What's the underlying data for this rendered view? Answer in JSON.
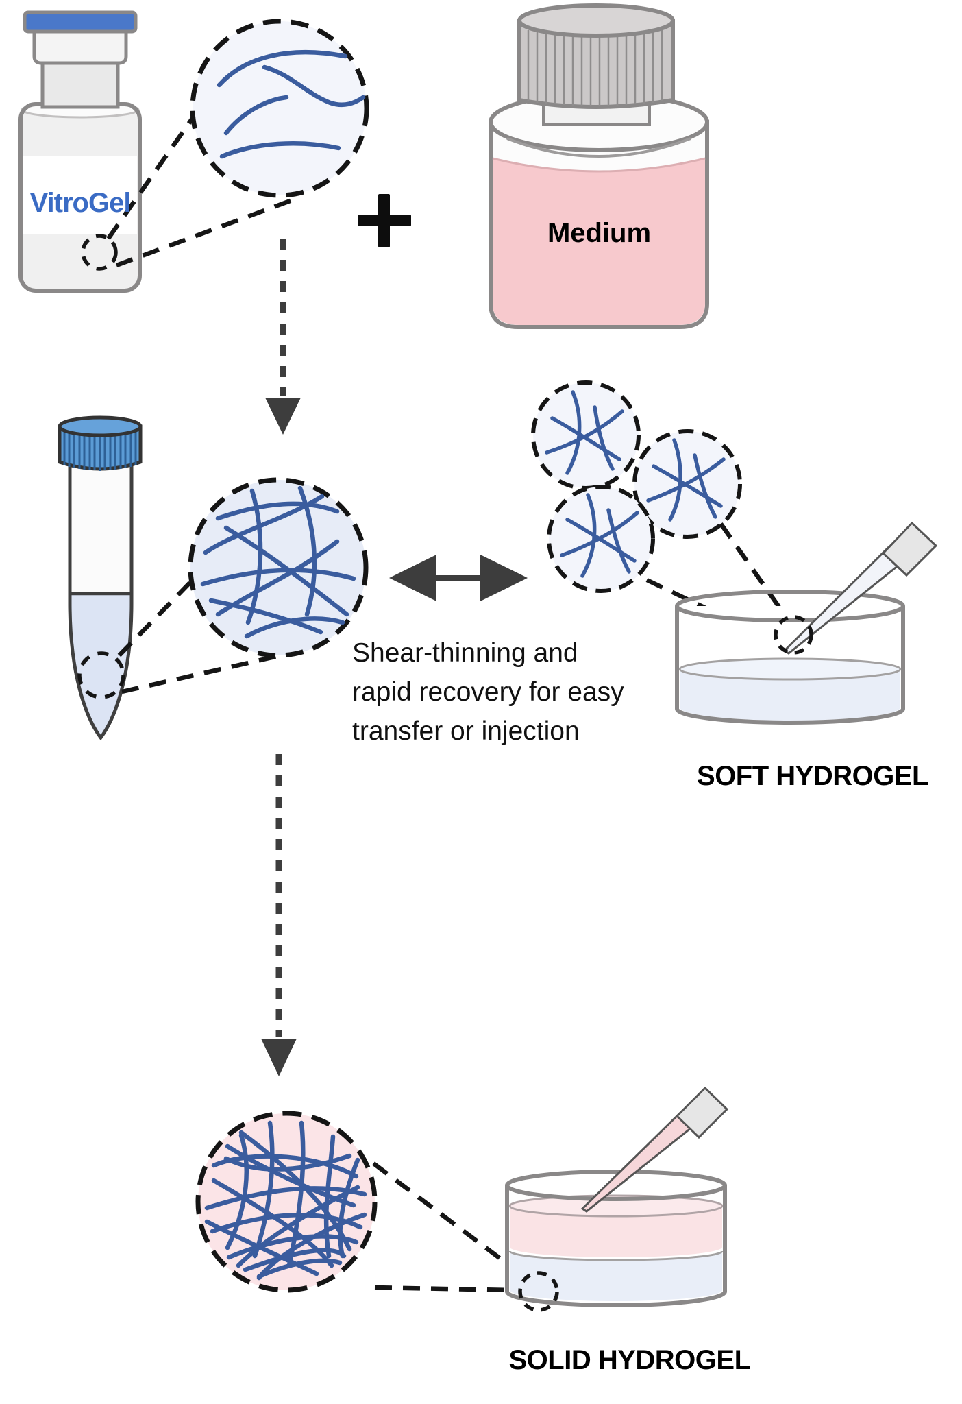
{
  "labels": {
    "vitrogel": "VitroGel",
    "medium": "Medium",
    "soft_hydrogel": "SOFT HYDROGEL",
    "solid_hydrogel": "SOLID HYDROGEL"
  },
  "caption": {
    "line1": "Shear-thinning and",
    "line2": "rapid recovery for easy",
    "line3": "transfer or injection"
  },
  "icons": {
    "plus_icon": "+",
    "dashed_arrow_down_icon": "⇣",
    "double_headed_arrow_icon": "↔",
    "magnifier_dashed_circle_icon": "◌",
    "pipette_icon": "pipette",
    "vial_icon": "vial",
    "bottle_icon": "bottle",
    "centrifuge_tube_icon": "centrifuge-tube",
    "petri_dish_icon": "petri-dish"
  },
  "colors": {
    "brand_blue": "#3a6bc4",
    "strand_blue": "#3a5c9e",
    "cap_blue": "#5b9bd5",
    "medium_pink": "#f7c9cd",
    "pink_fill": "#fbe4e7",
    "pale_blue_fill": "#e7ecf7",
    "paler_blue_fill": "#f3f5fb",
    "liquid_blue": "#e9eef8",
    "liquid_pink": "#fae3e5",
    "tube_liquid": "#dce4f4",
    "outline_gray": "#8a8888",
    "arrow_dark": "#3d3d3d"
  }
}
